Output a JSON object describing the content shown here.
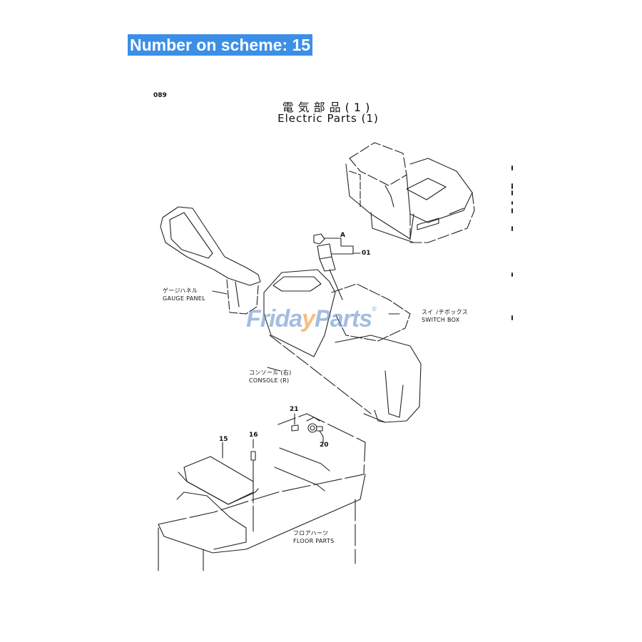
{
  "header": {
    "scheme_label": "Number on scheme: 15",
    "highlight_color": "#3b8fe6"
  },
  "diagram": {
    "page_code": "089",
    "title_jp": "電気部品(1)",
    "title_en": "Electric Parts (1)",
    "labels": {
      "gauge_panel_jp": "ゲージハネル",
      "gauge_panel_en": "GAUGE PANEL",
      "switch_box_jp": "スイ ﾉチボックス",
      "switch_box_en": "SWITCH BOX",
      "console_jp": "コンソール (右)",
      "console_en": "CONSOLE (R)",
      "floor_parts_jp": "フロアハーツ",
      "floor_parts_en": "FLOOR PARTS"
    },
    "callouts": {
      "a": "A",
      "c01": "01",
      "c15": "15",
      "c16": "16",
      "c20": "20",
      "c21": "21"
    }
  },
  "watermark": {
    "part1": "Frida",
    "part2": "y",
    "part3": "Parts",
    "reg": "®"
  }
}
